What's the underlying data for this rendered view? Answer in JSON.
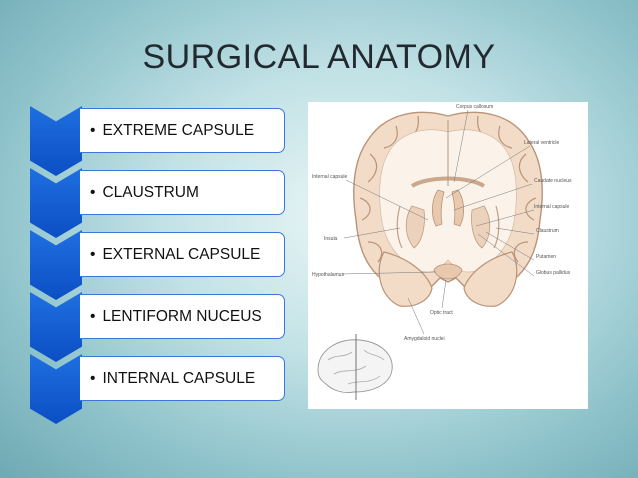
{
  "slide": {
    "title": "SURGICAL ANATOMY",
    "accent_color": "#0b4fc4",
    "bullet": "•",
    "items": [
      {
        "label": "EXTREME CAPSULE"
      },
      {
        "label": "CLAUSTRUM"
      },
      {
        "label": "EXTERNAL CAPSULE"
      },
      {
        "label": "LENTIFORM NUCEUS"
      },
      {
        "label": "INTERNAL CAPSULE"
      }
    ]
  },
  "figure": {
    "labels": {
      "corpus_callosum": "Corpus callosum",
      "lateral_ventricle": "Lateral ventricle",
      "caudate_nucleus": "Caudate nucleus",
      "internal_capsule_right": "Internal capsule",
      "claustrum": "Claustrum",
      "putamen": "Putamen",
      "globus_pallidus": "Globus pallidus",
      "internal_capsule_left": "Internal capsule",
      "insula": "Insula",
      "hypothalamus": "Hypothalamus",
      "optic_tract": "Optic tract",
      "amygdaloid_nuclei": "Amygdaloid nuclei"
    }
  }
}
